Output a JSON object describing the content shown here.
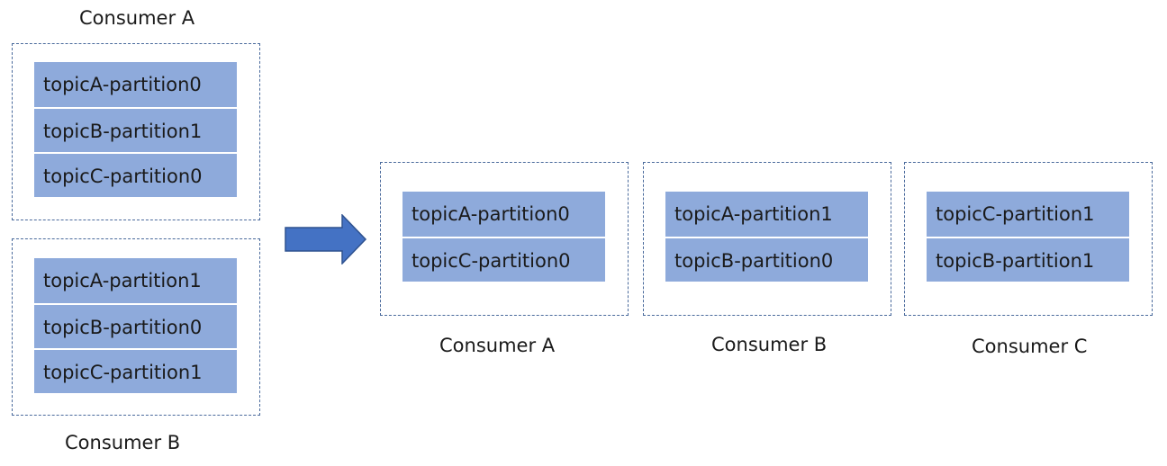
{
  "before": {
    "consumer_a": {
      "label": "Consumer A",
      "partitions": [
        "topicA-partition0",
        "topicB-partition1",
        "topicC-partition0"
      ]
    },
    "consumer_b": {
      "label": "Consumer B",
      "partitions": [
        "topicA-partition1",
        "topicB-partition0",
        "topicC-partition1"
      ]
    }
  },
  "after": {
    "consumer_a": {
      "label": "Consumer A",
      "partitions": [
        "topicA-partition0",
        "topicC-partition0"
      ]
    },
    "consumer_b": {
      "label": "Consumer B",
      "partitions": [
        "topicA-partition1",
        "topicB-partition0"
      ]
    },
    "consumer_c": {
      "label": "Consumer C",
      "partitions": [
        "topicC-partition1",
        "topicB-partition1"
      ]
    }
  },
  "colors": {
    "partition_fill": "#8eaadb",
    "box_border": "#4a6a9c",
    "arrow_fill": "#4472c4",
    "arrow_stroke": "#2f528f"
  },
  "icons": {
    "transition": "right-arrow-icon"
  }
}
